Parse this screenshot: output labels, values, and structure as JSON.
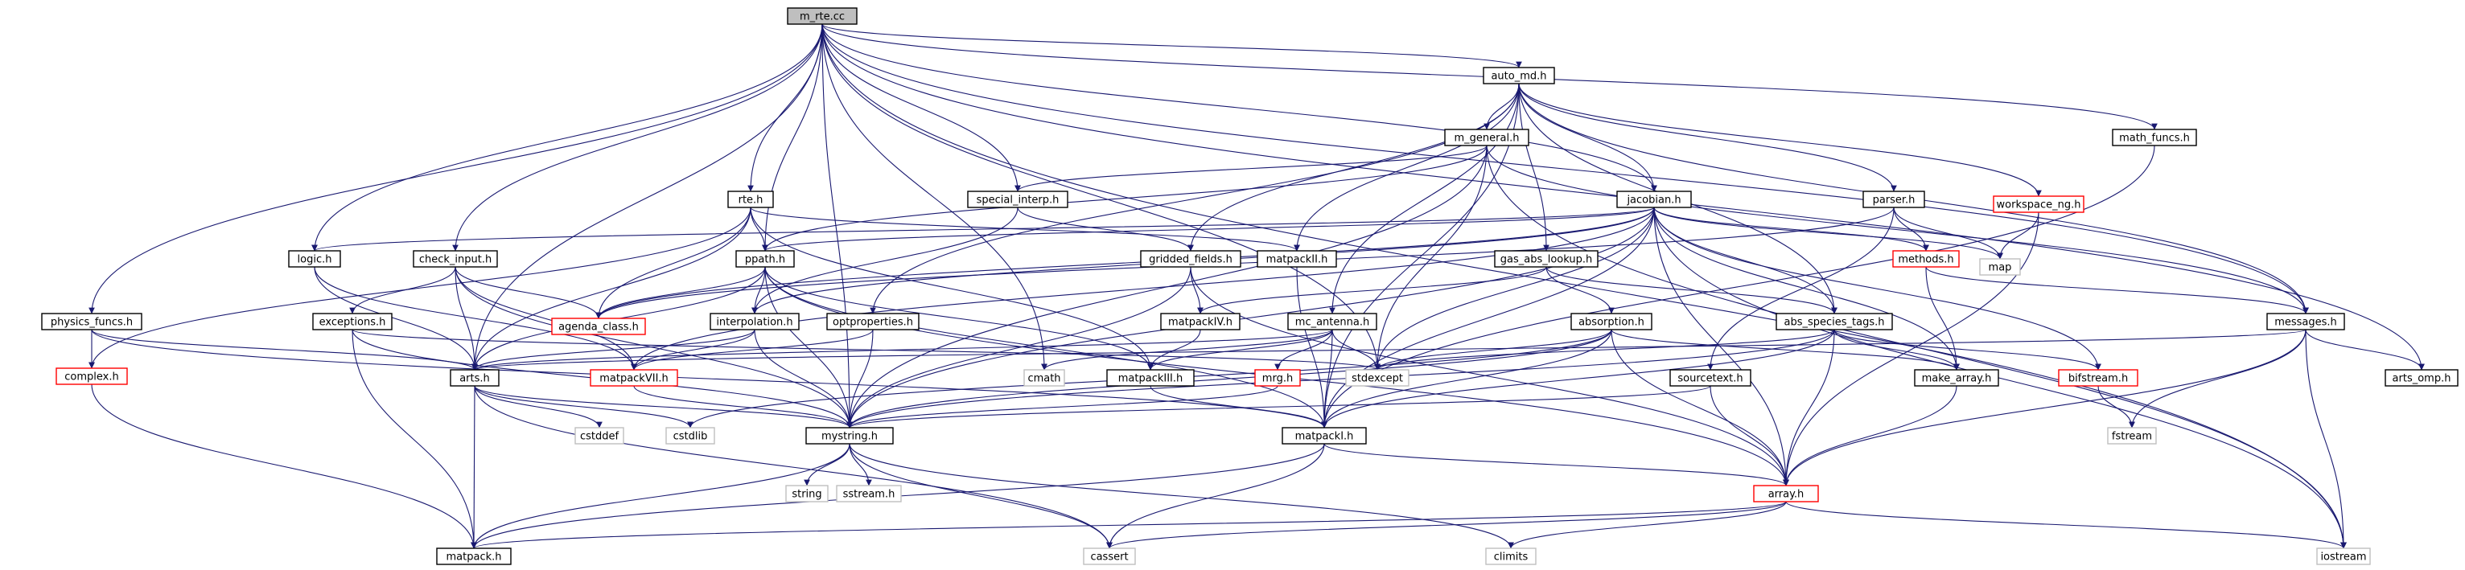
{
  "colors": {
    "edge": "#191970",
    "normal_border": "#000000",
    "truncated_border": "#ff0000",
    "external_border": "#bfbfbf",
    "root_fill": "#bfbfbf",
    "fill": "#ffffff"
  },
  "nodes": [
    {
      "id": "m_rte",
      "label": "m_rte.cc",
      "kind": "root"
    },
    {
      "id": "auto_md",
      "label": "auto_md.h",
      "kind": "normal"
    },
    {
      "id": "m_general",
      "label": "m_general.h",
      "kind": "normal"
    },
    {
      "id": "math_funcs",
      "label": "math_funcs.h",
      "kind": "normal"
    },
    {
      "id": "rte",
      "label": "rte.h",
      "kind": "normal"
    },
    {
      "id": "special_interp",
      "label": "special_interp.h",
      "kind": "normal"
    },
    {
      "id": "jacobian",
      "label": "jacobian.h",
      "kind": "normal"
    },
    {
      "id": "parser",
      "label": "parser.h",
      "kind": "normal"
    },
    {
      "id": "workspace_ng",
      "label": "workspace_ng.h",
      "kind": "truncated"
    },
    {
      "id": "logic",
      "label": "logic.h",
      "kind": "normal"
    },
    {
      "id": "check_input",
      "label": "check_input.h",
      "kind": "normal"
    },
    {
      "id": "ppath",
      "label": "ppath.h",
      "kind": "normal"
    },
    {
      "id": "gridded_fields",
      "label": "gridded_fields.h",
      "kind": "normal"
    },
    {
      "id": "matpackII",
      "label": "matpackII.h",
      "kind": "normal"
    },
    {
      "id": "gas_abs_lookup",
      "label": "gas_abs_lookup.h",
      "kind": "normal"
    },
    {
      "id": "methods",
      "label": "methods.h",
      "kind": "truncated"
    },
    {
      "id": "map",
      "label": "map",
      "kind": "external"
    },
    {
      "id": "physics_funcs",
      "label": "physics_funcs.h",
      "kind": "normal"
    },
    {
      "id": "exceptions",
      "label": "exceptions.h",
      "kind": "normal"
    },
    {
      "id": "agenda_class",
      "label": "agenda_class.h",
      "kind": "truncated"
    },
    {
      "id": "interpolation",
      "label": "interpolation.h",
      "kind": "normal"
    },
    {
      "id": "optproperties",
      "label": "optproperties.h",
      "kind": "normal"
    },
    {
      "id": "matpackIV",
      "label": "matpackIV.h",
      "kind": "normal"
    },
    {
      "id": "mc_antenna",
      "label": "mc_antenna.h",
      "kind": "normal"
    },
    {
      "id": "absorption",
      "label": "absorption.h",
      "kind": "normal"
    },
    {
      "id": "abs_species_tags",
      "label": "abs_species_tags.h",
      "kind": "normal"
    },
    {
      "id": "messages",
      "label": "messages.h",
      "kind": "normal"
    },
    {
      "id": "complex",
      "label": "complex.h",
      "kind": "truncated"
    },
    {
      "id": "arts",
      "label": "arts.h",
      "kind": "normal"
    },
    {
      "id": "matpackVII",
      "label": "matpackVII.h",
      "kind": "truncated"
    },
    {
      "id": "cmath",
      "label": "cmath",
      "kind": "external"
    },
    {
      "id": "matpackIII",
      "label": "matpackIII.h",
      "kind": "normal"
    },
    {
      "id": "mrg",
      "label": "mrg.h",
      "kind": "truncated"
    },
    {
      "id": "stdexcept",
      "label": "stdexcept",
      "kind": "external"
    },
    {
      "id": "make_array",
      "label": "make_array.h",
      "kind": "normal"
    },
    {
      "id": "bifstream",
      "label": "bifstream.h",
      "kind": "truncated"
    },
    {
      "id": "sourcetext",
      "label": "sourcetext.h",
      "kind": "normal"
    },
    {
      "id": "arts_omp",
      "label": "arts_omp.h",
      "kind": "normal"
    },
    {
      "id": "cstddef",
      "label": "cstddef",
      "kind": "external"
    },
    {
      "id": "cstdlib",
      "label": "cstdlib",
      "kind": "external"
    },
    {
      "id": "mystring",
      "label": "mystring.h",
      "kind": "normal"
    },
    {
      "id": "matpackI",
      "label": "matpackI.h",
      "kind": "normal"
    },
    {
      "id": "fstream",
      "label": "fstream",
      "kind": "external"
    },
    {
      "id": "string",
      "label": "string",
      "kind": "external"
    },
    {
      "id": "sstream",
      "label": "sstream.h",
      "kind": "external"
    },
    {
      "id": "array",
      "label": "array.h",
      "kind": "truncated"
    },
    {
      "id": "matpack",
      "label": "matpack.h",
      "kind": "normal"
    },
    {
      "id": "cassert",
      "label": "cassert",
      "kind": "external"
    },
    {
      "id": "climits",
      "label": "climits",
      "kind": "external"
    },
    {
      "id": "iostream",
      "label": "iostream",
      "kind": "external"
    }
  ],
  "edges": [
    [
      "m_rte",
      "auto_md"
    ],
    [
      "m_rte",
      "math_funcs"
    ],
    [
      "m_rte",
      "rte"
    ],
    [
      "m_rte",
      "special_interp"
    ],
    [
      "m_rte",
      "jacobian"
    ],
    [
      "m_rte",
      "logic"
    ],
    [
      "m_rte",
      "check_input"
    ],
    [
      "m_rte",
      "ppath"
    ],
    [
      "m_rte",
      "physics_funcs"
    ],
    [
      "m_rte",
      "arts"
    ],
    [
      "m_rte",
      "messages"
    ],
    [
      "m_rte",
      "arts_omp"
    ],
    [
      "m_rte",
      "stdexcept"
    ],
    [
      "m_rte",
      "iostream"
    ],
    [
      "m_rte",
      "mystring"
    ],
    [
      "m_rte",
      "cmath"
    ],
    [
      "auto_md",
      "m_general"
    ],
    [
      "auto_md",
      "parser"
    ],
    [
      "auto_md",
      "workspace_ng"
    ],
    [
      "auto_md",
      "jacobian"
    ],
    [
      "auto_md",
      "gridded_fields"
    ],
    [
      "auto_md",
      "matpackII"
    ],
    [
      "auto_md",
      "gas_abs_lookup"
    ],
    [
      "auto_md",
      "optproperties"
    ],
    [
      "auto_md",
      "mc_antenna"
    ],
    [
      "auto_md",
      "abs_species_tags"
    ],
    [
      "auto_md",
      "matpackI"
    ],
    [
      "auto_md",
      "messages"
    ],
    [
      "m_general",
      "special_interp"
    ],
    [
      "m_general",
      "ppath"
    ],
    [
      "m_general",
      "messages"
    ],
    [
      "m_general",
      "iostream"
    ],
    [
      "m_general",
      "stdexcept"
    ],
    [
      "m_general",
      "mystring"
    ],
    [
      "math_funcs",
      "matpackI"
    ],
    [
      "rte",
      "ppath"
    ],
    [
      "rte",
      "matpackII"
    ],
    [
      "rte",
      "agenda_class"
    ],
    [
      "rte",
      "arts"
    ],
    [
      "rte",
      "complex"
    ],
    [
      "rte",
      "matpackIII"
    ],
    [
      "special_interp",
      "interpolation"
    ],
    [
      "special_interp",
      "gridded_fields"
    ],
    [
      "jacobian",
      "logic"
    ],
    [
      "jacobian",
      "ppath"
    ],
    [
      "jacobian",
      "agenda_class"
    ],
    [
      "jacobian",
      "interpolation"
    ],
    [
      "jacobian",
      "methods"
    ],
    [
      "jacobian",
      "map"
    ],
    [
      "jacobian",
      "matpackVII"
    ],
    [
      "jacobian",
      "stdexcept"
    ],
    [
      "jacobian",
      "make_array"
    ],
    [
      "jacobian",
      "bifstream"
    ],
    [
      "jacobian",
      "array"
    ],
    [
      "jacobian",
      "iostream"
    ],
    [
      "jacobian",
      "mystring"
    ],
    [
      "jacobian",
      "abs_species_tags"
    ],
    [
      "jacobian",
      "matpackI"
    ],
    [
      "parser",
      "methods"
    ],
    [
      "parser",
      "map"
    ],
    [
      "parser",
      "sourcetext"
    ],
    [
      "parser",
      "agenda_class"
    ],
    [
      "workspace_ng",
      "map"
    ],
    [
      "workspace_ng",
      "array"
    ],
    [
      "logic",
      "arts"
    ],
    [
      "logic",
      "matpackVII"
    ],
    [
      "check_input",
      "exceptions"
    ],
    [
      "check_input",
      "agenda_class"
    ],
    [
      "check_input",
      "matpackVII"
    ],
    [
      "check_input",
      "mystring"
    ],
    [
      "check_input",
      "arts"
    ],
    [
      "ppath",
      "agenda_class"
    ],
    [
      "ppath",
      "interpolation"
    ],
    [
      "ppath",
      "arts"
    ],
    [
      "ppath",
      "mystring"
    ],
    [
      "ppath",
      "matpackI"
    ],
    [
      "ppath",
      "array"
    ],
    [
      "ppath",
      "matpackIII"
    ],
    [
      "gridded_fields",
      "matpackIV"
    ],
    [
      "gridded_fields",
      "array"
    ],
    [
      "gridded_fields",
      "mystring"
    ],
    [
      "matpackII",
      "matpackI"
    ],
    [
      "gas_abs_lookup",
      "absorption"
    ],
    [
      "gas_abs_lookup",
      "abs_species_tags"
    ],
    [
      "gas_abs_lookup",
      "matpackIV"
    ],
    [
      "methods",
      "messages"
    ],
    [
      "methods",
      "make_array"
    ],
    [
      "physics_funcs",
      "complex"
    ],
    [
      "physics_funcs",
      "arts"
    ],
    [
      "physics_funcs",
      "matpackI"
    ],
    [
      "exceptions",
      "stdexcept"
    ],
    [
      "exceptions",
      "matpack"
    ],
    [
      "exceptions",
      "mystring"
    ],
    [
      "interpolation",
      "matpackVII"
    ],
    [
      "interpolation",
      "arts"
    ],
    [
      "interpolation",
      "mystring"
    ],
    [
      "optproperties",
      "matpackVII"
    ],
    [
      "optproperties",
      "mystring"
    ],
    [
      "matpackIV",
      "matpackIII"
    ],
    [
      "mc_antenna",
      "arts"
    ],
    [
      "mc_antenna",
      "mrg"
    ],
    [
      "mc_antenna",
      "matpackI"
    ],
    [
      "mc_antenna",
      "stdexcept"
    ],
    [
      "mc_antenna",
      "cmath"
    ],
    [
      "mc_antenna",
      "matpackIII"
    ],
    [
      "absorption",
      "stdexcept"
    ],
    [
      "absorption",
      "make_array"
    ],
    [
      "absorption",
      "array"
    ],
    [
      "absorption",
      "matpackI"
    ],
    [
      "absorption",
      "mystring"
    ],
    [
      "absorption",
      "cstdlib"
    ],
    [
      "abs_species_tags",
      "make_array"
    ],
    [
      "abs_species_tags",
      "bifstream"
    ],
    [
      "abs_species_tags",
      "array"
    ],
    [
      "abs_species_tags",
      "matpackI"
    ],
    [
      "abs_species_tags",
      "stdexcept"
    ],
    [
      "abs_species_tags",
      "mystring"
    ],
    [
      "messages",
      "arts_omp"
    ],
    [
      "messages",
      "fstream"
    ],
    [
      "messages",
      "iostream"
    ],
    [
      "messages",
      "arts"
    ],
    [
      "messages",
      "array"
    ],
    [
      "complex",
      "matpack"
    ],
    [
      "arts",
      "matpack"
    ],
    [
      "arts",
      "cstddef"
    ],
    [
      "arts",
      "cstdlib"
    ],
    [
      "arts",
      "cassert"
    ],
    [
      "arts",
      "mystring"
    ],
    [
      "matpackVII",
      "mystring"
    ],
    [
      "matpackIII",
      "matpackI"
    ],
    [
      "mrg",
      "mystring"
    ],
    [
      "make_array",
      "array"
    ],
    [
      "bifstream",
      "fstream"
    ],
    [
      "sourcetext",
      "mystring"
    ],
    [
      "sourcetext",
      "array"
    ],
    [
      "mystring",
      "string"
    ],
    [
      "mystring",
      "sstream"
    ],
    [
      "mystring",
      "matpack"
    ],
    [
      "mystring",
      "cassert"
    ],
    [
      "mystring",
      "climits"
    ],
    [
      "matpackI",
      "array"
    ],
    [
      "matpackI",
      "cassert"
    ],
    [
      "matpackI",
      "matpack"
    ],
    [
      "array",
      "iostream"
    ],
    [
      "array",
      "cassert"
    ],
    [
      "array",
      "climits"
    ],
    [
      "array",
      "matpack"
    ]
  ]
}
